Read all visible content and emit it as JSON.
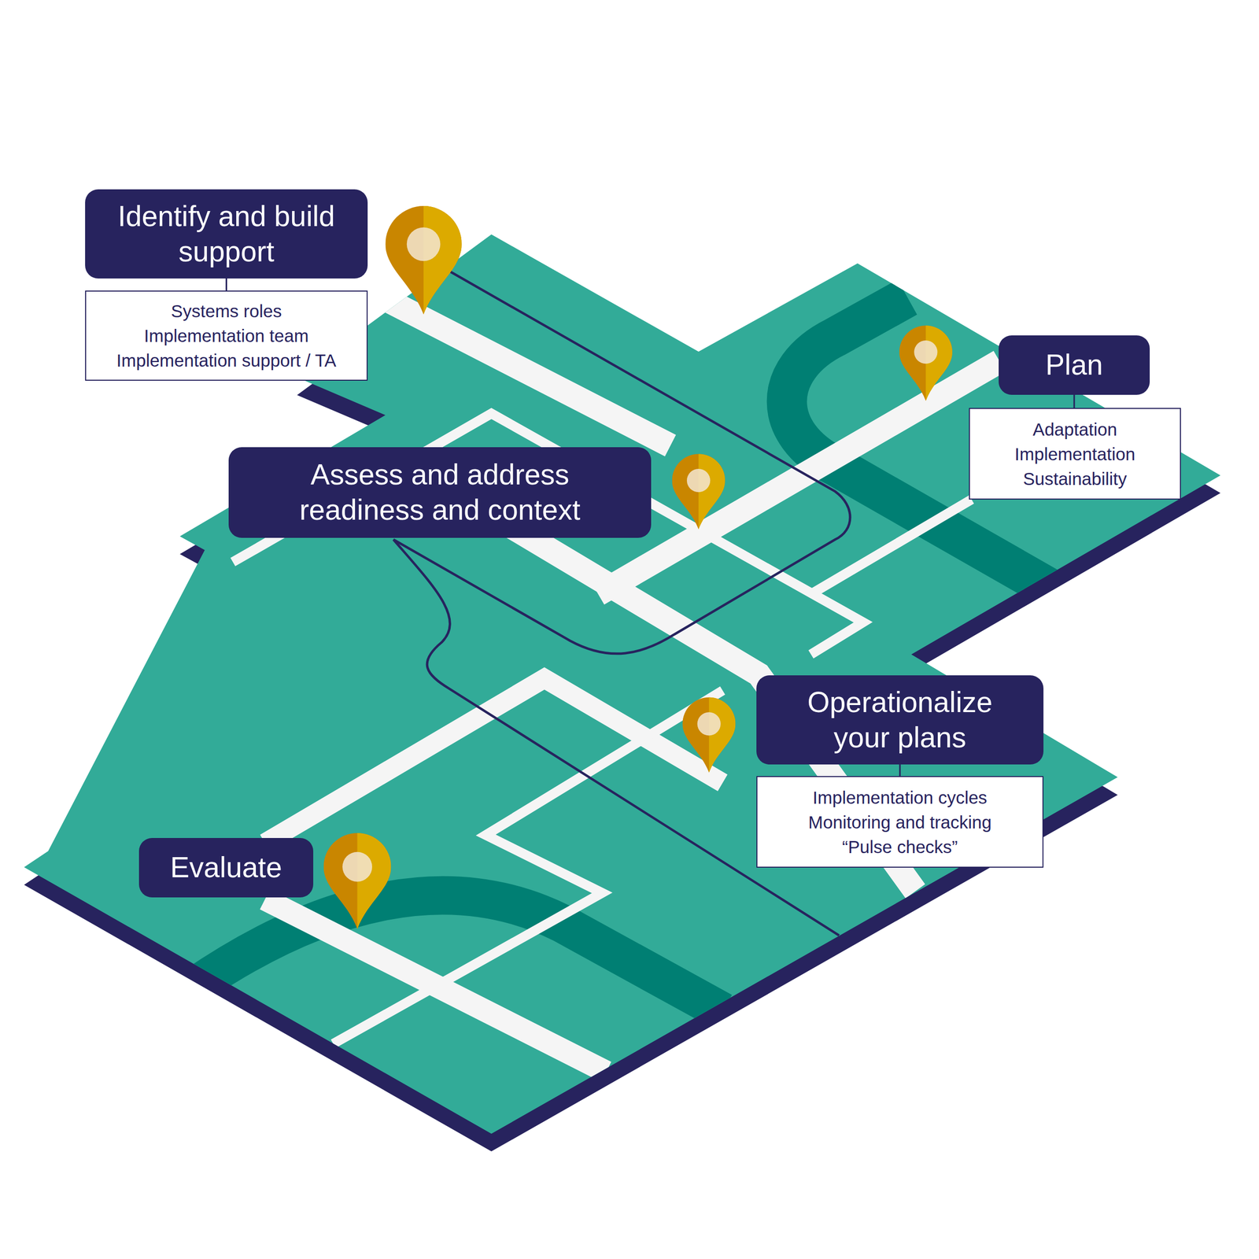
{
  "diagram": {
    "nodes": [
      {
        "text": [
          "Identify and build support"
        ]
      },
      {
        "text": [
          "Systems roles",
          "Implementation team",
          "Implementation support / TA"
        ]
      },
      {
        "text": [
          "Assess and address readiness and context"
        ]
      },
      {
        "text": [
          "Plan"
        ]
      },
      {
        "text": [
          "Adaptation",
          "Implementation",
          "Sustainability"
        ]
      },
      {
        "text": [
          "Operationalize your plans"
        ]
      },
      {
        "text": [
          "Implementation cycles",
          "Monitoring and tracking",
          "“Pulse checks”"
        ]
      },
      {
        "text": [
          "Evaluate"
        ]
      }
    ],
    "edges": [
      {
        "from": 0,
        "to": 1,
        "arrow": "none"
      },
      {
        "from": 3,
        "to": 4,
        "arrow": "none"
      },
      {
        "from": 5,
        "to": 6,
        "arrow": "none"
      }
    ]
  }
}
